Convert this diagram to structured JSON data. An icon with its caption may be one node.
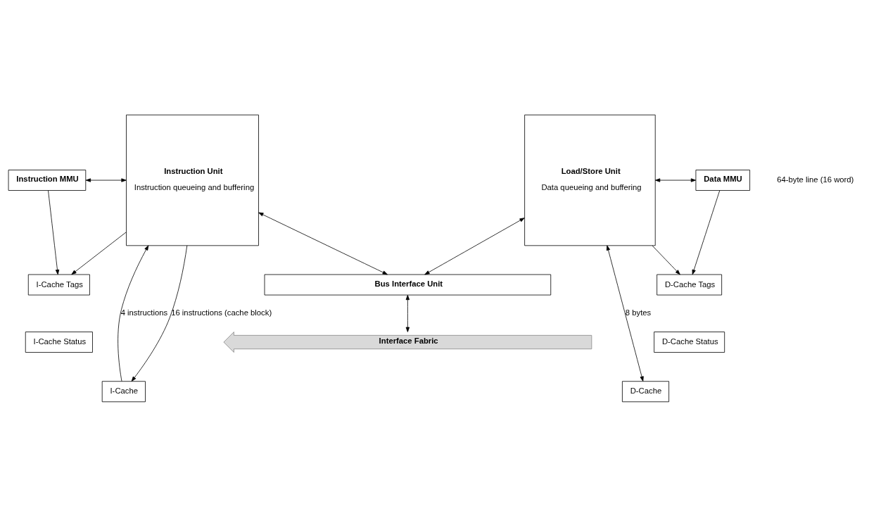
{
  "diagram": {
    "nodes": [
      {
        "text": [
          "Instruction MMU"
        ]
      },
      {
        "text": [
          "Instruction Unit",
          "Instruction queueing and buffering"
        ]
      },
      {
        "text": [
          "Load/Store Unit",
          "Data queueing and buffering"
        ]
      },
      {
        "text": [
          "Data MMU"
        ]
      },
      {
        "text": [
          "I-Cache Tags"
        ]
      },
      {
        "text": [
          "I-Cache Status"
        ]
      },
      {
        "text": [
          "I-Cache"
        ]
      },
      {
        "text": [
          "D-Cache Tags"
        ]
      },
      {
        "text": [
          "D-Cache Status"
        ]
      },
      {
        "text": [
          "D-Cache"
        ]
      },
      {
        "text": [
          "Bus Interface Unit"
        ]
      },
      {
        "text": [
          "Interface Fabric"
        ]
      }
    ],
    "edges": [
      {
        "from": 0,
        "to": 1,
        "arrow": "both"
      },
      {
        "from": 0,
        "to": 4,
        "arrow": "to"
      },
      {
        "from": 1,
        "to": 4,
        "arrow": "to"
      },
      {
        "from": 6,
        "to": 1,
        "arrow": "to",
        "label": "4 instructions"
      },
      {
        "from": 1,
        "to": 6,
        "arrow": "to",
        "label": "16 instructions (cache block)"
      },
      {
        "from": 2,
        "to": 3,
        "arrow": "both"
      },
      {
        "from": 3,
        "to": 7,
        "arrow": "to"
      },
      {
        "from": 2,
        "to": 7,
        "arrow": "to"
      },
      {
        "from": 2,
        "to": 9,
        "arrow": "both",
        "label": "8 bytes"
      },
      {
        "from": 1,
        "to": 10,
        "arrow": "both"
      },
      {
        "from": 2,
        "to": 10,
        "arrow": "both"
      },
      {
        "from": 10,
        "to": 11,
        "arrow": "both"
      }
    ],
    "labels": [
      "64-byte line (16 word)"
    ]
  }
}
